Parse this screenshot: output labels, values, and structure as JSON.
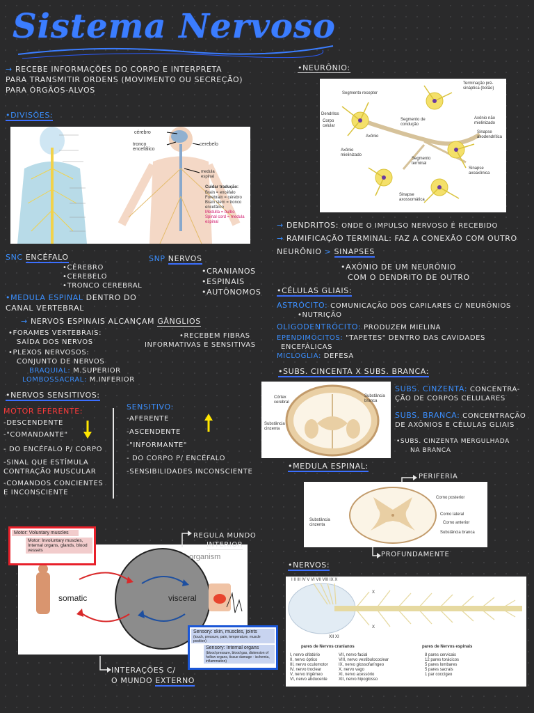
{
  "title": "Sistema Nervoso",
  "intro": {
    "line1": "Recebe informações do corpo e interpreta",
    "line2": "para transmitir ordens (movimento ou secreção)",
    "line3": "para órgãos-alvos"
  },
  "divisoes": {
    "heading": "•Divisões:",
    "img_labels": [
      "cérebro",
      "tronco encefálico",
      "cerebelo",
      "medula espinal",
      "Cuidar tradução:",
      "Brain = encéfalo",
      "Forebrain = cérebro",
      "Brain stem = tronco encefálico",
      "Medulla = bulbo",
      "Spinal cord = medula espinal"
    ]
  },
  "snc": {
    "label": "SNC",
    "term": "encéfalo",
    "items": [
      "•cérebro",
      "•cerebelo",
      "•tronco cerebral"
    ]
  },
  "snp": {
    "label": "SNP",
    "term": "nervos",
    "items": [
      "•cranianos",
      "•espinais",
      "•autônomos"
    ]
  },
  "medula": {
    "label": "•Medula espinal",
    "text1": "dentro do",
    "text2": "canal vertebral",
    "text3": "nervos espinais alcançam",
    "ganglios": "gânglios",
    "forames1": "•forames vertebrais:",
    "forames2": "saída dos nervos",
    "plexos1": "•plexos nervosos:",
    "plexos2": "conjunto de nervos",
    "braquial": "braquial:",
    "braquial_v": "m.superior",
    "lombo": "lombossacral:",
    "lombo_v": "m.inferior",
    "fibras1": "•recebem fibras",
    "fibras2": "informativas e sensitivas"
  },
  "sensitivos": {
    "heading": "•Nervos sensitivos:",
    "motor_h": "Motor eferente:",
    "motor": [
      "-descendente",
      "-\"comandante\"",
      "- do encéfalo p/ corpo",
      "-sinal que estímula",
      "contração muscular",
      "-comandos concientes",
      "e inconsciente"
    ],
    "sens_h": "sensitivo:",
    "sens": [
      "-aferente",
      "-ascendente",
      "-\"informante\"",
      "- do corpo p/ encéfalo",
      "-sensibilidades inconsciente"
    ]
  },
  "neuronio": {
    "heading": "•Neurônio:",
    "labels": [
      "Segmento receptor",
      "Dendritos",
      "Corpo celular",
      "Axônio",
      "Segmento de condução",
      "Axônio mielinizado",
      "Segmento terminal",
      "Sinapse axossomática",
      "Terminação pré-sináptica (botão)",
      "Axônio não mielinizado",
      "Sinapse axodendrítica",
      "Sinapse axoaxônica"
    ]
  },
  "dendritos": {
    "l1a": "Dendritos:",
    "l1b": "onde o impulso nervoso é recebido",
    "l2a": "ramificação terminal:",
    "l2b": "faz a conexão com outro",
    "l3a": "neurônio",
    "l3b": "sinapses",
    "l4": "•axônio de um neurônio",
    "l5": "com o dendrito de outro"
  },
  "gliais": {
    "heading": "•Células gliais:",
    "rows": [
      {
        "term": "Astrócito:",
        "text": "comunicação dos capilares c/ neurônios"
      },
      {
        "term": "",
        "text": "•nutrição"
      },
      {
        "term": "Oligodentrócito:",
        "text": "produzem mielina"
      },
      {
        "term": "Ependimócitos:",
        "text": "\"tapetes\" dentro das cavidades"
      },
      {
        "term": "",
        "text": "encefálicas"
      },
      {
        "term": "Micloglia:",
        "text": "defesa"
      }
    ]
  },
  "subs": {
    "heading": "•subs. cincenta x subs. branca:",
    "img_labels": [
      "Córtex cerebral",
      "Substância branca",
      "Substância cinzenta"
    ],
    "cinzenta_t": "subs. cinzenta:",
    "cinzenta_1": "concentra-",
    "cinzenta_2": "ção de corpos celulares",
    "branca_t": "subs. branca:",
    "branca_1": "concentração",
    "branca_2": "de axônios e células gliais",
    "merg1": "•subs. cinzenta mergulhada",
    "merg2": "na branca"
  },
  "medula2": {
    "heading": "•Medula espinal:",
    "periferia": "periferia",
    "profundamente": "profundamente",
    "labels": [
      "Corno posterior",
      "Corno lateral",
      "Corno anterior",
      "Substância branca",
      "Substância cinzenta"
    ]
  },
  "nervos": {
    "heading": "•nervos:",
    "roman": "I  II  III  IV  V  VI  VII VIII  IX  X",
    "x_mark": "X",
    "xii": "XII  XI",
    "cranial_h": "pares de Nervos cranianos",
    "cranial": [
      "I, nervo olfatório",
      "II, nervo óptico",
      "III, nervo oculomotor",
      "IV, nervo troclear",
      "V, nervo trigêmeo",
      "VI, nervo abducente"
    ],
    "cranial2": [
      "VII, nervo facial",
      "VIII, nervo vestibulococlear",
      "IX, nervo glossofaríngeo",
      "X, nervo vago",
      "XI, nervo acessório",
      "XII, nervo hipoglosso"
    ],
    "spinal_h": "pares de Nervos espinais",
    "spinal": [
      "8 pares cervicais",
      "12 pares torácicos",
      "5 pares lombares",
      "5 pares sacrais",
      "1 par coccígeo"
    ]
  },
  "organism": {
    "motor_box1": "Motor: Voluntary muscles",
    "motor_box2": "Motor: Involuntary muscles, Internal organs, glands, blood vessels",
    "regula1": "regula mundo",
    "regula2": "interior",
    "organism": "organism",
    "somatic": "somatic",
    "visceral": "visceral",
    "sensory1": "Sensory:  skin, muscles, joints",
    "sensory1b": "(touch, pressure, pain, temperature, muscle position)",
    "sensory2": "Sensory: Internal organs",
    "sensory2b": "(blood pressure, blood gas, distension of hollow organs, tissue damage - ischemia, inflammation)",
    "inter1": "interações c/",
    "inter2": "o mundo",
    "externo": "externo"
  },
  "colors": {
    "accent_blue": "#3b8fff",
    "accent_red": "#ff3b3b",
    "yellow": "#ffe600",
    "background": "#2a2a2b"
  }
}
